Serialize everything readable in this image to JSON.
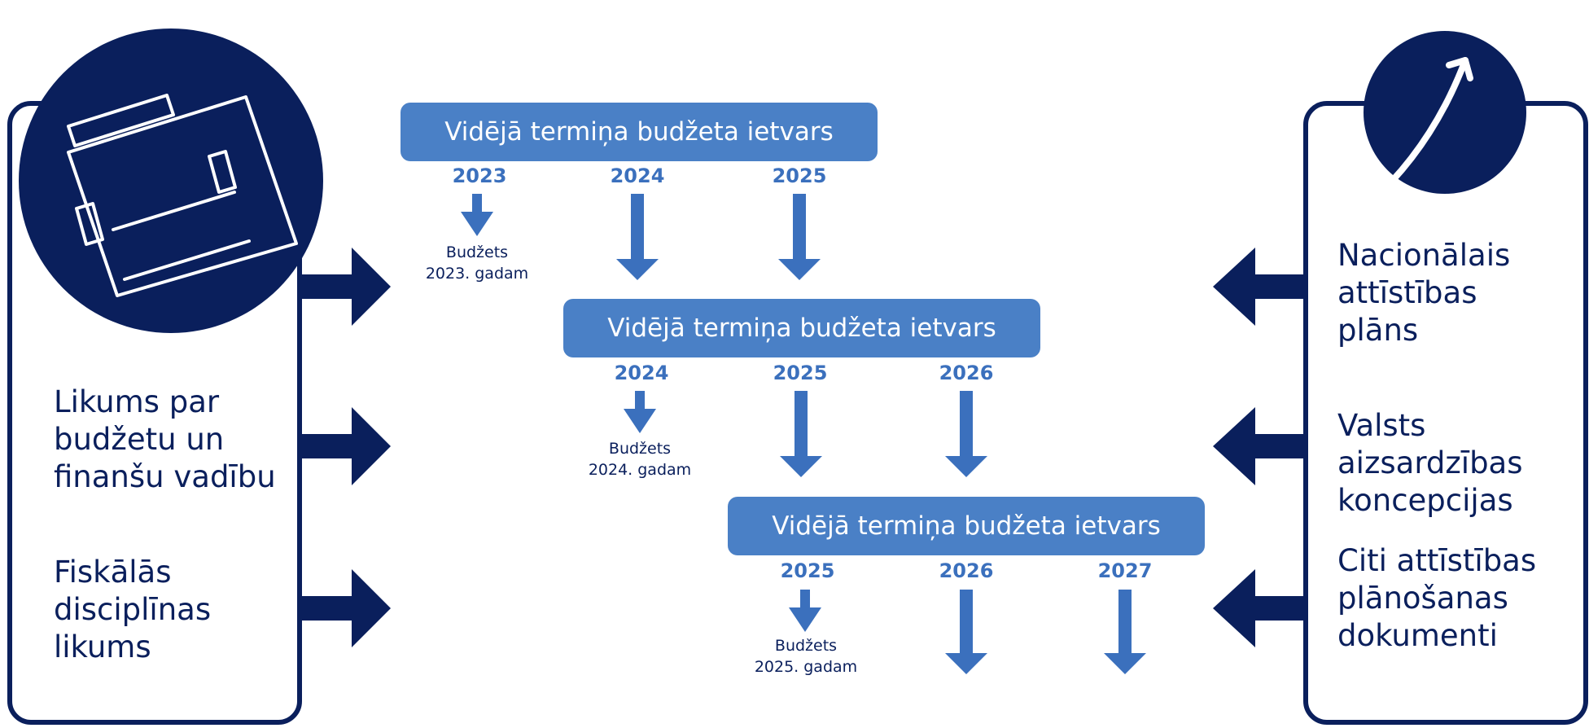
{
  "colors": {
    "navy": "#0a1f5c",
    "blue": "#3b70bd",
    "pill": "#4a80c6",
    "white": "#ffffff"
  },
  "icons": {
    "left": "briefcase-icon",
    "right": "growth-arrow-icon"
  },
  "left_panel": {
    "items": [
      "Likums par\nbudžetu un\nfinanšu vadību",
      "Fiskālās\ndisciplīnas\nlikums"
    ]
  },
  "right_panel": {
    "items": [
      "Nacionālais\nattīstības\nplāns",
      "Valsts\naizsardzības\nkoncepcijas",
      "Citi attīstības\nplānošanas\ndokumenti"
    ]
  },
  "frameworks": [
    {
      "title": "Vidējā termiņa budžeta ietvars",
      "years": [
        "2023",
        "2024",
        "2025"
      ],
      "budget": "Budžets\n2023. gadam"
    },
    {
      "title": "Vidējā termiņa budžeta ietvars",
      "years": [
        "2024",
        "2025",
        "2026"
      ],
      "budget": "Budžets\n2024. gadam"
    },
    {
      "title": "Vidējā termiņa budžeta ietvars",
      "years": [
        "2025",
        "2026",
        "2027"
      ],
      "budget": "Budžets\n2025. gadam"
    }
  ]
}
